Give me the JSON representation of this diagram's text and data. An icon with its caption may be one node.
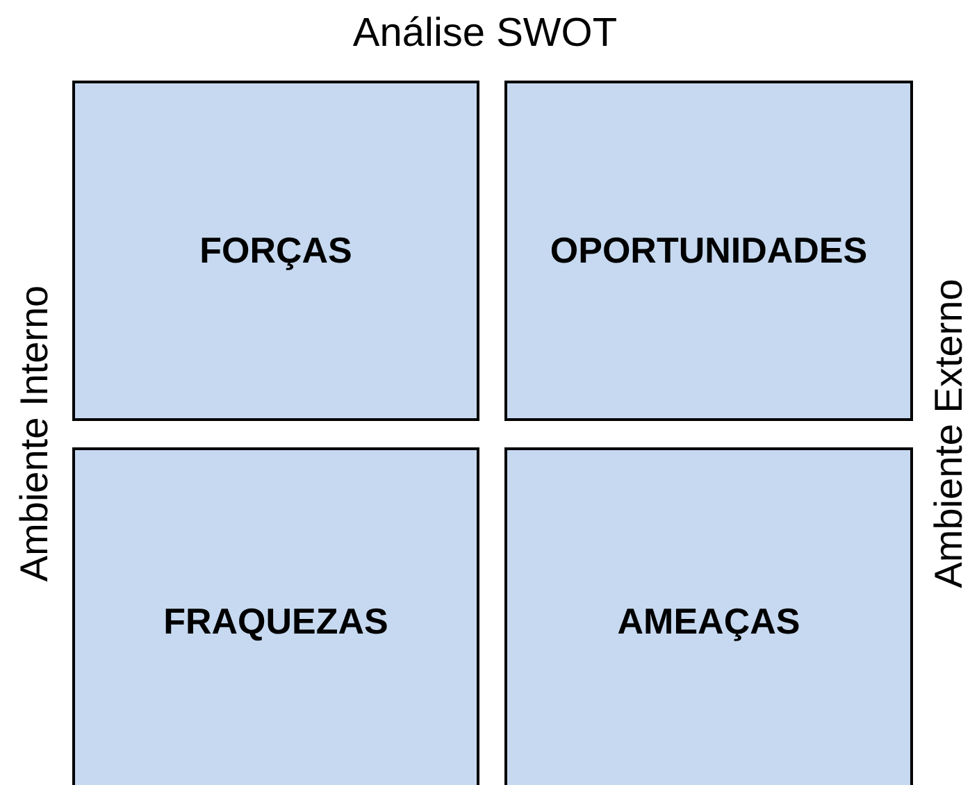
{
  "diagram": {
    "title": "Análise SWOT",
    "nodes": [
      {
        "text": [
          "FORÇAS"
        ]
      },
      {
        "text": [
          "OPORTUNIDADES"
        ]
      },
      {
        "text": [
          "FRAQUEZAS"
        ]
      },
      {
        "text": [
          "AMEAÇAS"
        ]
      }
    ],
    "labels": [
      "Ambiente Interno",
      "Ambiente Externo"
    ]
  }
}
